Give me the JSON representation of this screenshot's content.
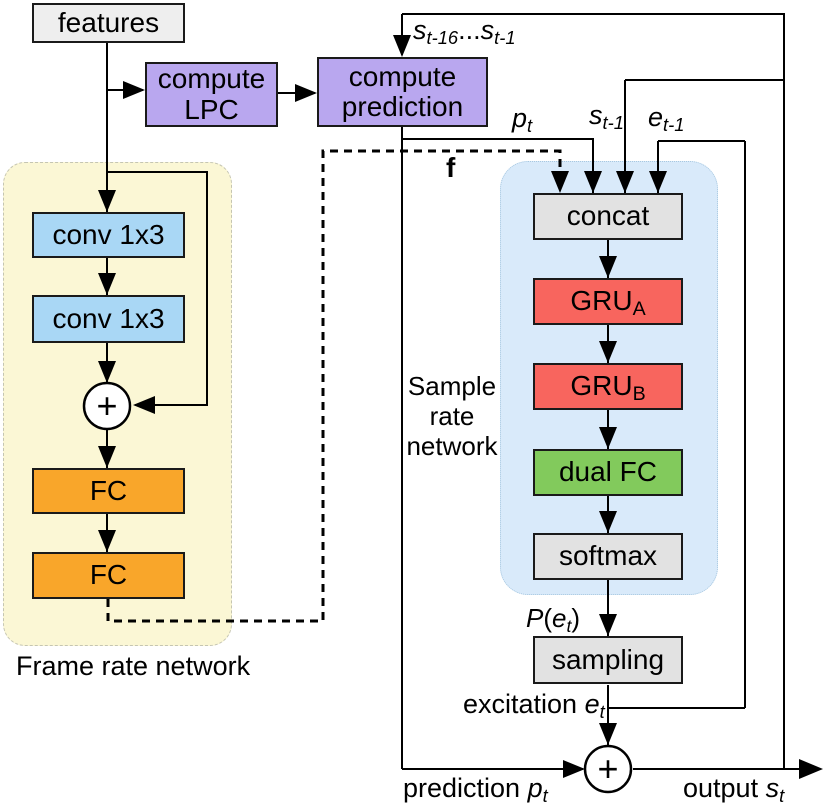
{
  "boxes": {
    "features": "features",
    "compute_lpc": {
      "line1": "compute",
      "line2": "LPC"
    },
    "compute_prediction": {
      "line1": "compute",
      "line2": "prediction"
    },
    "conv1": "conv 1x3",
    "conv2": "conv 1x3",
    "residual_adder": "+",
    "fc1": "FC",
    "fc2": "FC",
    "concat": "concat",
    "gru_a": {
      "main": "GRU",
      "sub": "A"
    },
    "gru_b": {
      "main": "GRU",
      "sub": "B"
    },
    "dual_fc": "dual FC",
    "softmax": "softmax",
    "sampling": "sampling",
    "output_adder": "+"
  },
  "labels": {
    "s_history": {
      "base1": "s",
      "sub1": "t-16",
      "dots": "...",
      "base2": "s",
      "sub2": "t-1"
    },
    "p_t": {
      "base": "p",
      "sub": "t"
    },
    "s_prev": {
      "base": "s",
      "sub": "t-1"
    },
    "e_prev": {
      "base": "e",
      "sub": "t-1"
    },
    "f": "f",
    "prob_e": {
      "p": "P",
      "open": "(",
      "base": "e",
      "sub": "t",
      "close": ")"
    },
    "excitation": {
      "pre": "excitation ",
      "base": "e",
      "sub": "t"
    },
    "prediction": {
      "pre": "prediction ",
      "base": "p",
      "sub": "t"
    },
    "output": {
      "pre": "output ",
      "base": "s",
      "sub": "t"
    },
    "frame_rate_network": "Frame rate network",
    "sample_rate_network": {
      "line1": "Sample",
      "line2": "rate",
      "line3": "network"
    }
  },
  "colors": {
    "purple": "#b9a7ef",
    "blue_box": "#a9d7f5",
    "orange": "#f9a62a",
    "red": "#f8655e",
    "green": "#82ca5c",
    "gray_box": "#e2e2e2",
    "features_fill": "#eeeeee",
    "yellow_panel": "#fbf7d5",
    "blue_panel": "#d9eafa",
    "line": "#000000"
  }
}
